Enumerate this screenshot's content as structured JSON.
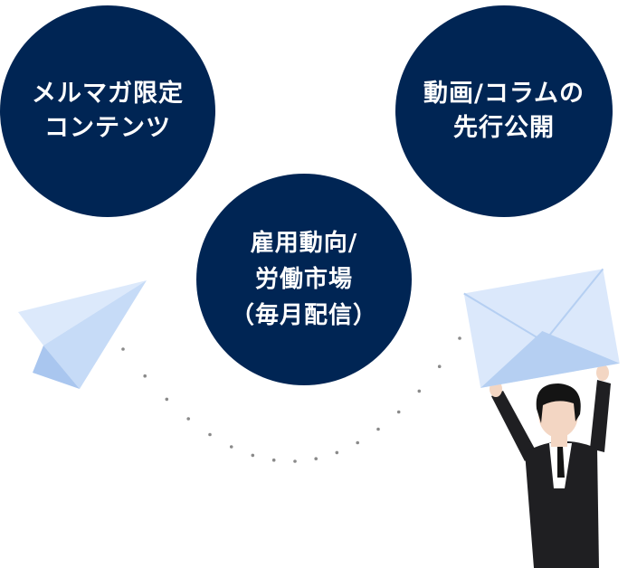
{
  "colors": {
    "circle": "#002554",
    "circle_text": "#ffffff",
    "plane_light": "#dce9fb",
    "plane_mid": "#c6dbf7",
    "plane_dark": "#a9c6ef",
    "envelope": "#dbe8fb",
    "envelope_edge": "#b5cff2",
    "dots": "#8a8a8a",
    "suit": "#1f1f22",
    "hair": "#141414",
    "skin": "#f3d6c3",
    "shirt": "#ffffff"
  },
  "circles": [
    {
      "lines": [
        "メルマガ限定",
        "コンテンツ"
      ]
    },
    {
      "lines": [
        "動画/コラムの",
        "先行公開"
      ]
    },
    {
      "lines": [
        "雇用動向/",
        "労働市場",
        "（毎月配信）"
      ]
    }
  ],
  "icons": {
    "paper_plane": "paper-plane-icon",
    "envelope": "envelope-icon",
    "person": "person-illustration"
  }
}
